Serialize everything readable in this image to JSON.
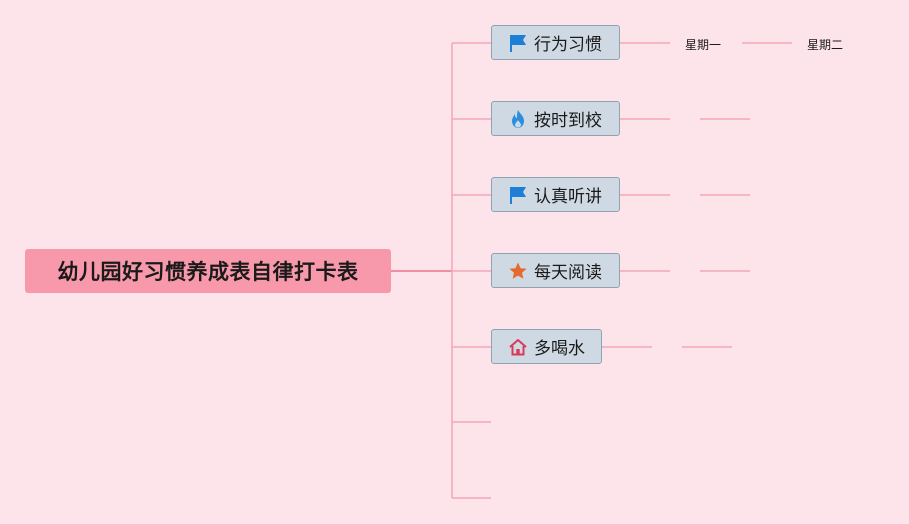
{
  "root": {
    "title": "幼儿园好习惯养成表自律打卡表"
  },
  "branches": [
    {
      "label": "行为习惯",
      "icon": "flag-icon"
    },
    {
      "label": "按时到校",
      "icon": "fire-icon"
    },
    {
      "label": "认真听讲",
      "icon": "flag-icon"
    },
    {
      "label": "每天阅读",
      "icon": "star-icon"
    },
    {
      "label": "多喝水",
      "icon": "home-icon"
    }
  ],
  "days": [
    "星期一",
    "星期二"
  ],
  "colors": {
    "background": "#fde4ea",
    "root_fill": "#f899ab",
    "branch_fill": "#cfd9e3",
    "branch_border": "#8fa3b0",
    "connector": "#f4a5b5",
    "flag": "#1e7fd6",
    "fire": "#2a8fe0",
    "star": "#e46a2e",
    "home": "#d83a5a"
  }
}
